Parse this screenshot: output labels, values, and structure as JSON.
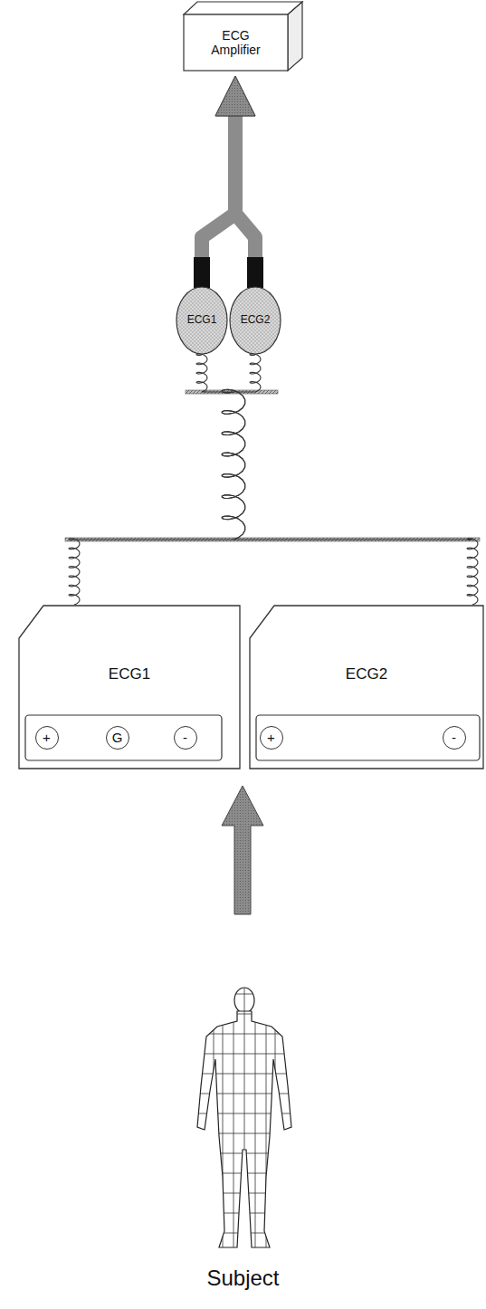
{
  "diagram": {
    "nodes": [
      {
        "text": [
          "ECG Amplifier"
        ]
      },
      {
        "text": [
          "ECG1"
        ]
      },
      {
        "text": [
          "ECG2"
        ]
      },
      {
        "text": [
          "ECG1"
        ]
      },
      {
        "text": [
          "ECG2"
        ]
      },
      {
        "text": [
          "+"
        ],
        "in": 3
      },
      {
        "text": [
          "G"
        ],
        "in": 3
      },
      {
        "text": [
          "-"
        ],
        "in": 3
      },
      {
        "text": [
          "+"
        ],
        "in": 4
      },
      {
        "text": [
          "-"
        ],
        "in": 4
      }
    ],
    "edges": [
      {
        "from": 1,
        "to": 0,
        "arrow": "to"
      },
      {
        "from": 2,
        "to": 0,
        "arrow": "to"
      },
      {
        "from": 3,
        "to": 1,
        "arrow": "none"
      },
      {
        "from": 4,
        "to": 2,
        "arrow": "none"
      }
    ],
    "labels": [
      "Subject"
    ]
  }
}
